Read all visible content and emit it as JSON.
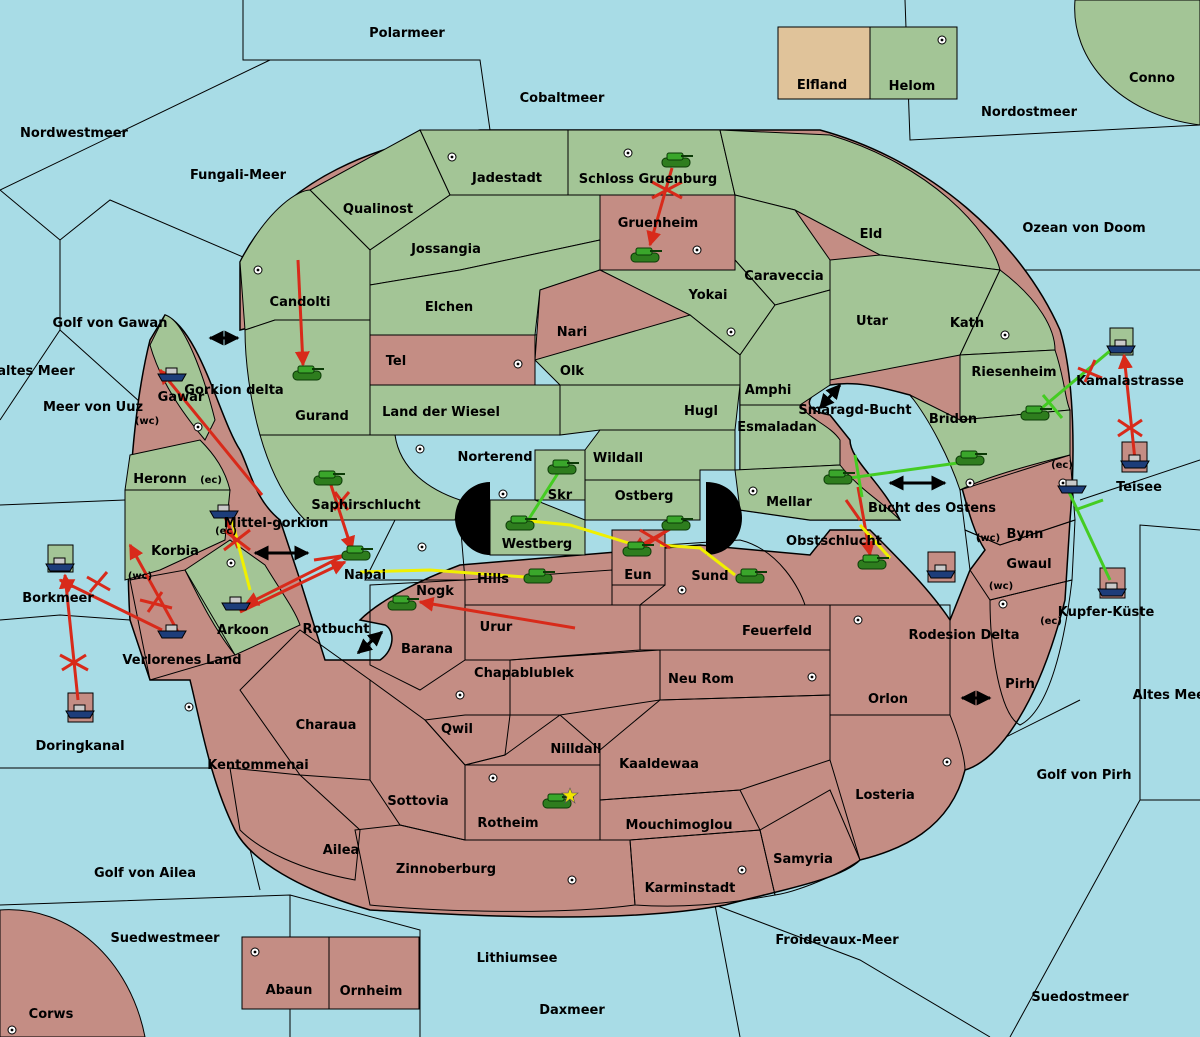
{
  "colors": {
    "sea": "#a8dce6",
    "green": "#a3c596",
    "red": "#c48d84",
    "tan": "#e0c39a",
    "border": "#000000",
    "order_move": "#d82a1a",
    "order_support": "#f0f000",
    "order_support2": "#44cc22"
  },
  "seas": [
    {
      "name": "Polarmeer"
    },
    {
      "name": "Cobaltmeer"
    },
    {
      "name": "Nordwestmeer"
    },
    {
      "name": "Fungali-Meer"
    },
    {
      "name": "Nordostmeer"
    },
    {
      "name": "Conno"
    },
    {
      "name": "Ozean von Doom"
    },
    {
      "name": "Golf von Gawan"
    },
    {
      "name": "Kaltes Meer"
    },
    {
      "name": "Meer von Uuz"
    },
    {
      "name": "Gorkion delta"
    },
    {
      "name": "Mittel-gorkion"
    },
    {
      "name": "Rotbucht"
    },
    {
      "name": "Smaragd-Bucht"
    },
    {
      "name": "Bucht des Ostens"
    },
    {
      "name": "Kamalastrasse"
    },
    {
      "name": "Kupfer-Küste"
    },
    {
      "name": "Rodesion Delta"
    },
    {
      "name": "Altes Meer"
    },
    {
      "name": "Golf von Pirh"
    },
    {
      "name": "Golf von Ailea"
    },
    {
      "name": "Suedwestmeer"
    },
    {
      "name": "Lithiumsee"
    },
    {
      "name": "Froidevaux-Meer"
    },
    {
      "name": "Daxmeer"
    },
    {
      "name": "Suedostmeer"
    },
    {
      "name": "Doringkanal"
    },
    {
      "name": "Corws"
    }
  ],
  "provinces": [
    {
      "name": "Elfland"
    },
    {
      "name": "Helom"
    },
    {
      "name": "Jadestadt"
    },
    {
      "name": "Schloss Gruenburg"
    },
    {
      "name": "Qualinost"
    },
    {
      "name": "Gruenheim"
    },
    {
      "name": "Eld"
    },
    {
      "name": "Jossangia"
    },
    {
      "name": "Caraveccia"
    },
    {
      "name": "Candolti"
    },
    {
      "name": "Elchen"
    },
    {
      "name": "Yokai"
    },
    {
      "name": "Utar"
    },
    {
      "name": "Kath"
    },
    {
      "name": "Nari"
    },
    {
      "name": "Tel"
    },
    {
      "name": "Olk"
    },
    {
      "name": "Amphi"
    },
    {
      "name": "Riesenheim"
    },
    {
      "name": "Gawar"
    },
    {
      "name": "Gurand"
    },
    {
      "name": "Land der Wiesel"
    },
    {
      "name": "Hugl"
    },
    {
      "name": "Esmaladan"
    },
    {
      "name": "Bridon"
    },
    {
      "name": "Norterend"
    },
    {
      "name": "Wildall"
    },
    {
      "name": "Heronn"
    },
    {
      "name": "Skr"
    },
    {
      "name": "Ostberg"
    },
    {
      "name": "Mellar"
    },
    {
      "name": "Saphirschlucht"
    },
    {
      "name": "Teisee"
    },
    {
      "name": "Westberg"
    },
    {
      "name": "Obstschlucht"
    },
    {
      "name": "Bynn"
    },
    {
      "name": "Korbia"
    },
    {
      "name": "Borkmeer"
    },
    {
      "name": "Nabai"
    },
    {
      "name": "Hills"
    },
    {
      "name": "Eun"
    },
    {
      "name": "Sund"
    },
    {
      "name": "Gwaul"
    },
    {
      "name": "Nogk"
    },
    {
      "name": "Arkoon"
    },
    {
      "name": "Urur"
    },
    {
      "name": "Feuerfeld"
    },
    {
      "name": "Verlorenes Land"
    },
    {
      "name": "Barana"
    },
    {
      "name": "Pirh"
    },
    {
      "name": "Chapablublek"
    },
    {
      "name": "Neu Rom"
    },
    {
      "name": "Orlon"
    },
    {
      "name": "Charaua"
    },
    {
      "name": "Qwil"
    },
    {
      "name": "Nilldall"
    },
    {
      "name": "Kentommenai"
    },
    {
      "name": "Kaaldewaa"
    },
    {
      "name": "Sottovia"
    },
    {
      "name": "Losteria"
    },
    {
      "name": "Rotheim"
    },
    {
      "name": "Mouchimoglou"
    },
    {
      "name": "Ailea"
    },
    {
      "name": "Samyria"
    },
    {
      "name": "Zinnoberburg"
    },
    {
      "name": "Karminstadt"
    },
    {
      "name": "Abaun"
    },
    {
      "name": "Ornheim"
    }
  ],
  "coasts": [
    "(wc)",
    "(ec)",
    "(ec)",
    "(wc)",
    "(ec)",
    "(wc)",
    "(wc)",
    "(ec)"
  ],
  "icons": {
    "army": "tank-icon",
    "fleet": "ship-icon",
    "supply": "supply-center-icon",
    "capital": "star-icon"
  }
}
